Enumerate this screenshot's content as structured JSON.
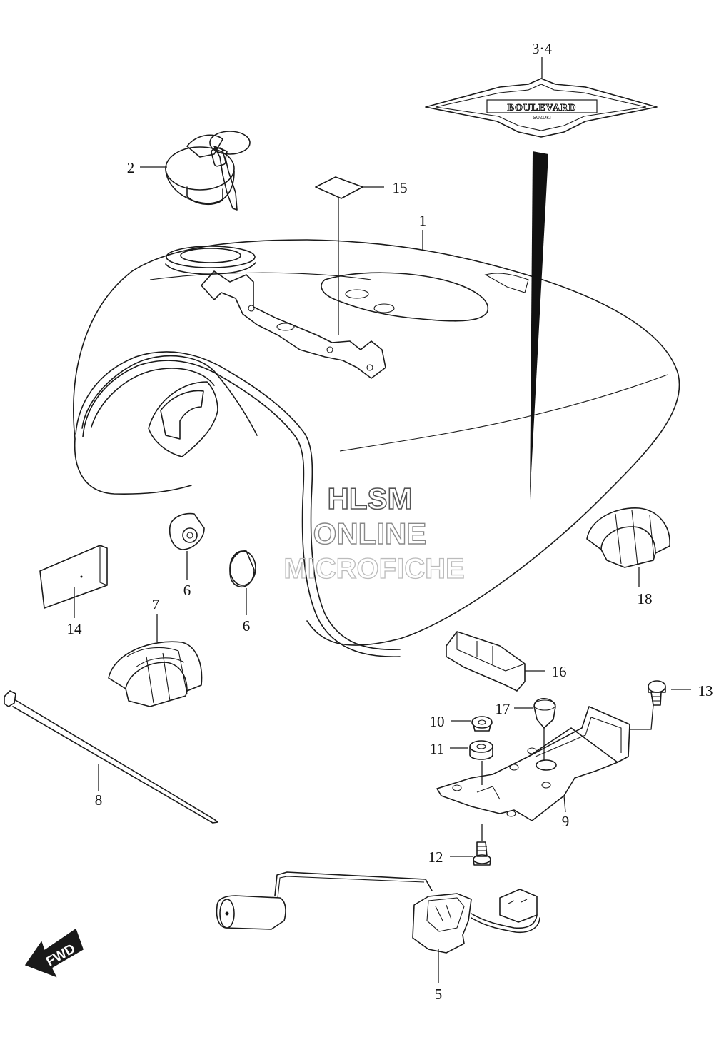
{
  "diagram": {
    "callouts": {
      "c1": "1",
      "c2": "2",
      "c34": "3·4",
      "c5": "5",
      "c6a": "6",
      "c6b": "6",
      "c7": "7",
      "c8": "8",
      "c9": "9",
      "c10": "10",
      "c11": "11",
      "c12": "12",
      "c13": "13",
      "c14": "14",
      "c15": "15",
      "c16": "16",
      "c17": "17",
      "c18": "18"
    },
    "emblem": {
      "brand": "BOULEVARD",
      "sub": "SUZUKI"
    },
    "fwd_arrow": "FWD"
  },
  "watermark": {
    "line1": "HLSM",
    "line2": "ONLINE",
    "line3": "MICROFICHE"
  }
}
